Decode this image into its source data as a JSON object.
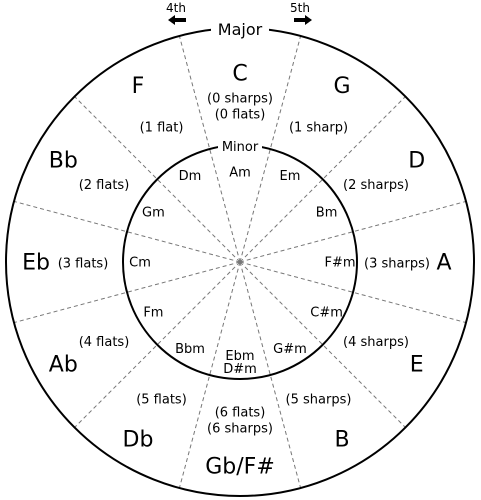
{
  "ring_labels": {
    "major": "Major",
    "minor": "Minor"
  },
  "directions": {
    "fourth": "4th",
    "fifth": "5th"
  },
  "keys": [
    {
      "major": "C",
      "minor": "Am",
      "signature": [
        "(0 sharps)",
        "(0 flats)"
      ]
    },
    {
      "major": "G",
      "minor": "Em",
      "signature": [
        "(1 sharp)"
      ]
    },
    {
      "major": "D",
      "minor": "Bm",
      "signature": [
        "(2 sharps)"
      ]
    },
    {
      "major": "A",
      "minor": "F#m",
      "signature": [
        "(3 sharps)"
      ]
    },
    {
      "major": "E",
      "minor": "C#m",
      "signature": [
        "(4 sharps)"
      ]
    },
    {
      "major": "B",
      "minor": "G#m",
      "signature": [
        "(5 sharps)"
      ]
    },
    {
      "major": "Gb/F#",
      "minor": "Ebm\nD#m",
      "signature": [
        "(6 flats)",
        "(6 sharps)"
      ]
    },
    {
      "major": "Db",
      "minor": "Bbm",
      "signature": [
        "(5 flats)"
      ]
    },
    {
      "major": "Ab",
      "minor": "Fm",
      "signature": [
        "(4 flats)"
      ]
    },
    {
      "major": "Eb",
      "minor": "Cm",
      "signature": [
        "(3 flats)"
      ]
    },
    {
      "major": "Bb",
      "minor": "Gm",
      "signature": [
        "(2 flats)"
      ]
    },
    {
      "major": "F",
      "minor": "Dm",
      "signature": [
        "(1 flat)"
      ]
    }
  ]
}
